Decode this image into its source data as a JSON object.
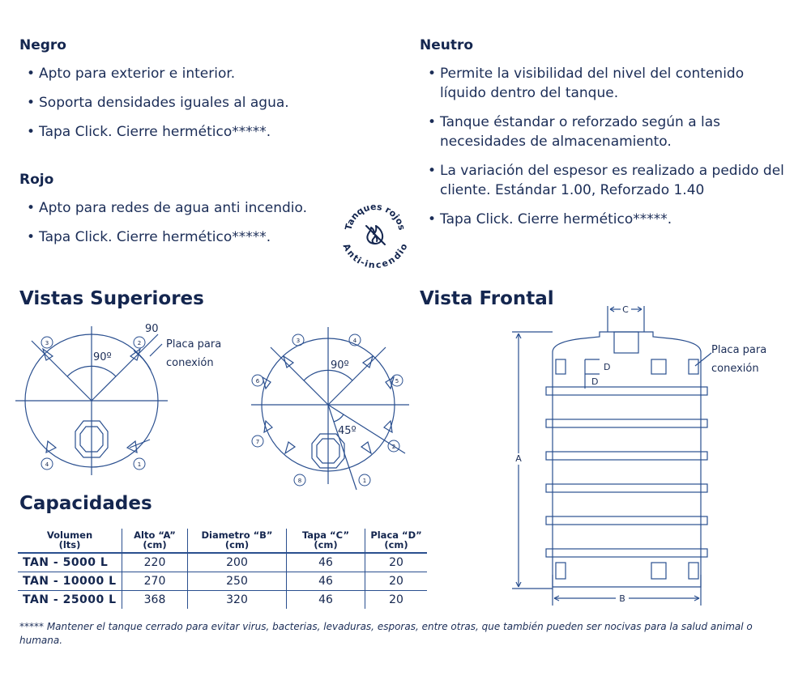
{
  "negro": {
    "title": "Negro",
    "items": [
      "Apto para exterior e interior.",
      "Soporta densidades iguales al agua.",
      "Tapa Click. Cierre hermético*****."
    ]
  },
  "rojo": {
    "title": "Rojo",
    "items": [
      "Apto para redes de agua anti incendio.",
      "Tapa Click. Cierre hermético*****."
    ]
  },
  "badge": {
    "top_text": "Tanques rojos",
    "bottom_text": "Anti-incendio",
    "icon": "fire-icon"
  },
  "neutro": {
    "title": "Neutro",
    "items": [
      "Permite la visibilidad del nivel del contenido líquido dentro del tanque.",
      "Tanque éstandar o reforzado según a las necesidades de almacenamiento.",
      "La variación del espesor es realizado a pedido del cliente. Estándar 1.00, Reforzado 1.40",
      "Tapa Click. Cierre hermético*****."
    ]
  },
  "vistas": {
    "title": "Vistas Superiores",
    "angle_90": "90º",
    "angle_90_top": "90",
    "angle_45": "45º",
    "placa_label_1": "Placa para",
    "placa_label_2": "conexión",
    "left_numbers": [
      "1",
      "2",
      "3",
      "4"
    ],
    "right_numbers": [
      "1",
      "2",
      "3",
      "4",
      "5",
      "6",
      "7",
      "8"
    ]
  },
  "frontal": {
    "title": "Vista Frontal",
    "label_a": "A",
    "label_b": "B",
    "label_c": "C",
    "label_d": "D",
    "placa_label_1": "Placa para",
    "placa_label_2": "conexión"
  },
  "capacidades": {
    "title": "Capacidades",
    "headers": [
      [
        "Volumen",
        "(lts)"
      ],
      [
        "Alto “A”",
        "(cm)"
      ],
      [
        "Diametro “B”",
        "(cm)"
      ],
      [
        "Tapa “C”",
        "(cm)"
      ],
      [
        "Placa “D”",
        "(cm)"
      ]
    ],
    "rows": [
      [
        "TAN - 5000 L",
        "220",
        "200",
        "46",
        "20"
      ],
      [
        "TAN - 10000 L",
        "270",
        "250",
        "46",
        "20"
      ],
      [
        "TAN - 25000 L",
        "368",
        "320",
        "46",
        "20"
      ]
    ]
  },
  "footnote": "***** Mantener el tanque cerrado para evitar virus, bacterias, levaduras, esporas, entre otras, que también pueden ser nocivas para la salud animal o humana.",
  "colors": {
    "primary": "#14264f",
    "line": "#2a4f8f",
    "text": "#1b2d57"
  }
}
